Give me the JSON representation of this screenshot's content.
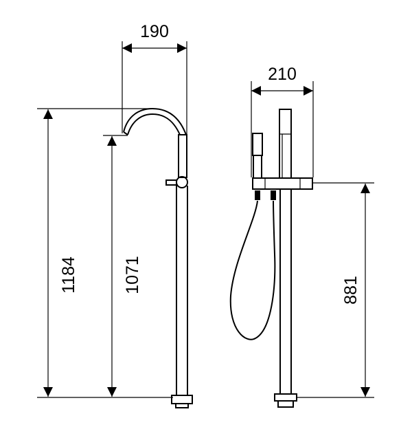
{
  "dimensions": {
    "spout_reach": "190",
    "body_width": "210",
    "total_height": "1184",
    "spout_height": "1071",
    "body_height": "881"
  },
  "colors": {
    "line": "#000000",
    "background": "#ffffff"
  }
}
